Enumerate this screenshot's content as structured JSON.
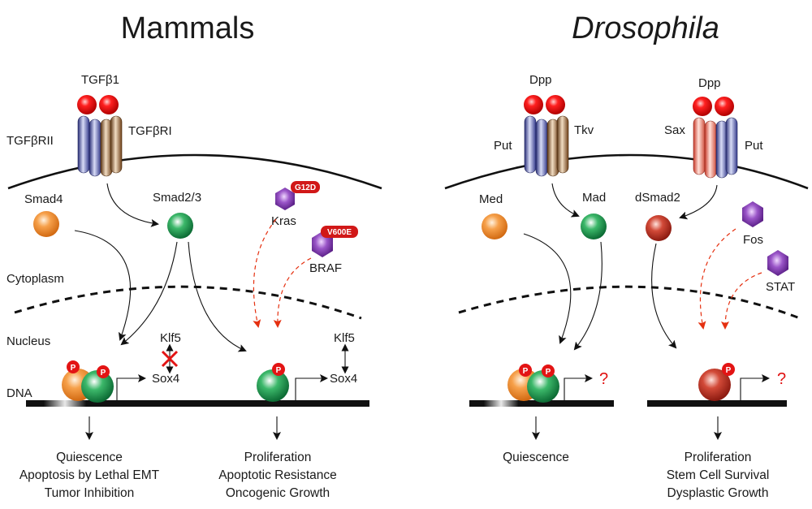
{
  "titles": {
    "left": "Mammals",
    "right": "Drosophila"
  },
  "mammals": {
    "ligand": "TGFβ1",
    "receptor_left": "TGFβRII",
    "receptor_right": "TGFβRI",
    "smad4": "Smad4",
    "smad23": "Smad2/3",
    "kras": "Kras",
    "kras_tag": "G12D",
    "braf": "BRAF",
    "braf_tag": "V600E",
    "cytoplasm": "Cytoplasm",
    "nucleus": "Nucleus",
    "dna": "DNA",
    "p": "P",
    "klf5_a": "Klf5",
    "sox4_a": "Sox4",
    "klf5_b": "Klf5",
    "sox4_b": "Sox4",
    "outcome_a": [
      "Quiescence",
      "Apoptosis by Lethal EMT",
      "Tumor Inhibition"
    ],
    "outcome_b": [
      "Proliferation",
      "Apoptotic Resistance",
      "Oncogenic Growth"
    ]
  },
  "drosophila": {
    "ligand_a": "Dpp",
    "ligand_b": "Dpp",
    "put_a": "Put",
    "tkv": "Tkv",
    "sax": "Sax",
    "put_b": "Put",
    "med": "Med",
    "mad": "Mad",
    "dsmad2": "dSmad2",
    "fos": "Fos",
    "stat": "STAT",
    "p": "P",
    "unknown_a": "?",
    "unknown_b": "?",
    "outcome_a": [
      "Quiescence"
    ],
    "outcome_b": [
      "Proliferation",
      "Stem Cell Survival",
      "Dysplastic Growth"
    ]
  }
}
